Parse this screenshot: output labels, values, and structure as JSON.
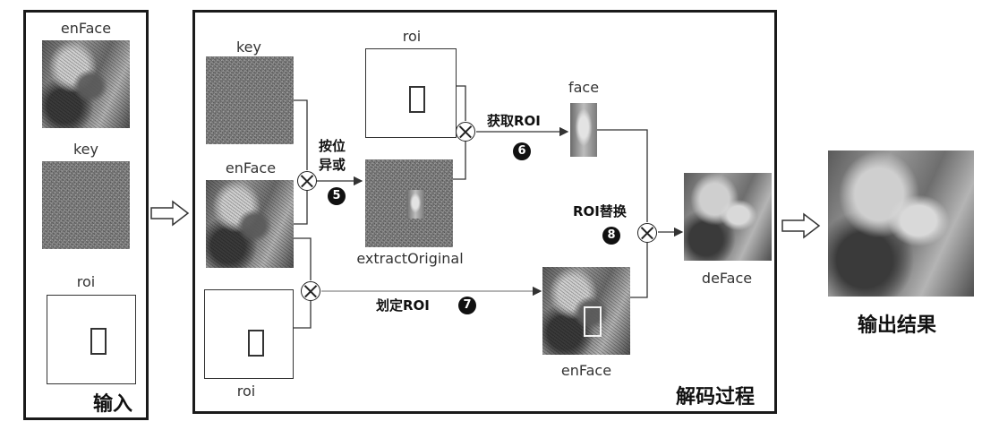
{
  "input_panel": {
    "title": "输入",
    "labels": {
      "enface": "enFace",
      "key": "key",
      "roi": "roi"
    }
  },
  "decode_panel": {
    "title": "解码过程",
    "labels": {
      "key": "key",
      "enface_top": "enFace",
      "roi_top": "roi",
      "roi_bottom": "roi",
      "extract": "extractOriginal",
      "face": "face",
      "deface": "deFace",
      "enface_bottom": "enFace"
    },
    "steps": [
      {
        "num": "5",
        "label_line1": "按位",
        "label_line2": "异或"
      },
      {
        "num": "6",
        "label": "获取ROI"
      },
      {
        "num": "7",
        "label": "划定ROI"
      },
      {
        "num": "8",
        "label": "ROI替换"
      }
    ]
  },
  "output": {
    "title": "输出结果"
  }
}
